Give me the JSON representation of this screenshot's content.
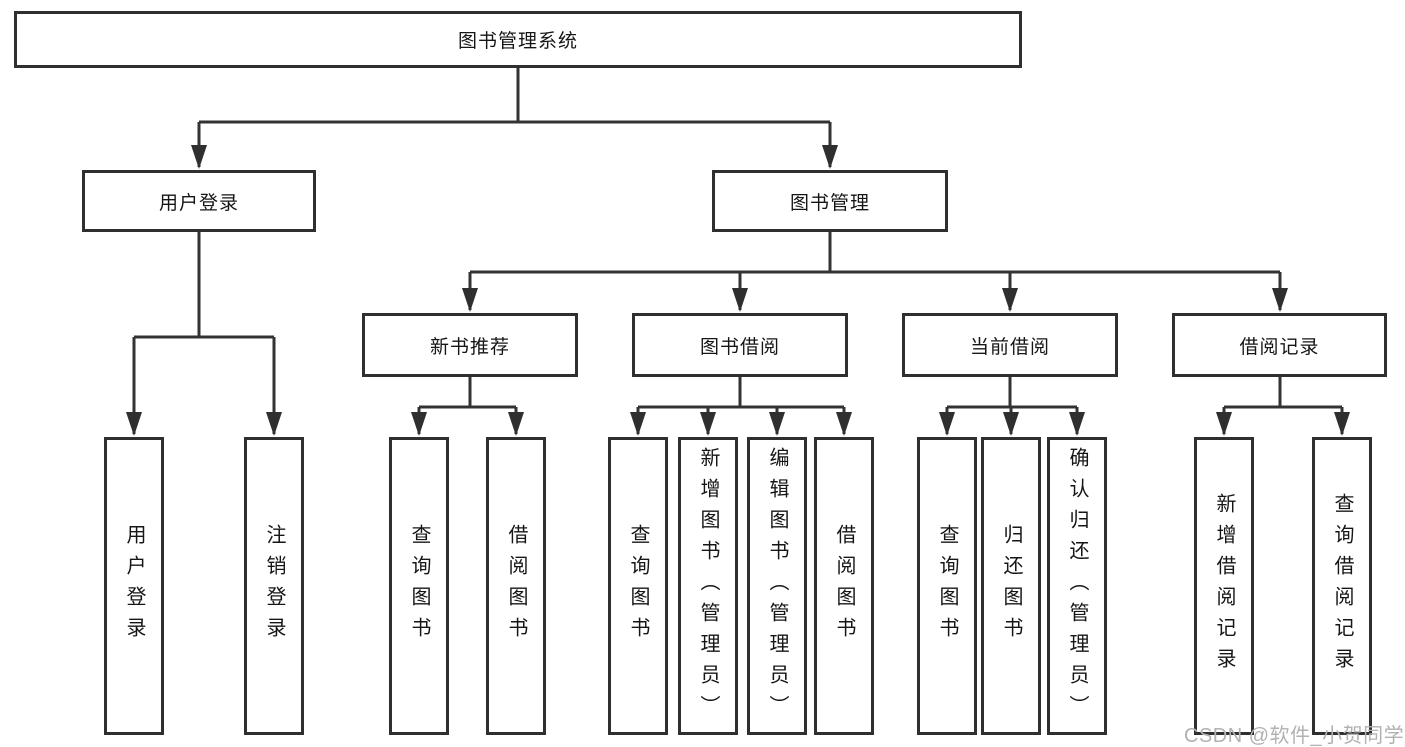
{
  "tree": {
    "root": {
      "label": "图书管理系统"
    },
    "level2": [
      {
        "label": "用户登录",
        "children": [
          {
            "label": "用户登录"
          },
          {
            "label": "注销登录"
          }
        ]
      },
      {
        "label": "图书管理"
      }
    ],
    "level3": [
      {
        "label": "新书推荐",
        "children": [
          {
            "label": "查询图书"
          },
          {
            "label": "借阅图书"
          }
        ]
      },
      {
        "label": "图书借阅",
        "children": [
          {
            "label": "查询图书"
          },
          {
            "label": "新增图书（管理员）"
          },
          {
            "label": "编辑图书（管理员）"
          },
          {
            "label": "借阅图书"
          }
        ]
      },
      {
        "label": "当前借阅",
        "children": [
          {
            "label": "查询图书"
          },
          {
            "label": "归还图书"
          },
          {
            "label": "确认归还（管理员）"
          }
        ]
      },
      {
        "label": "借阅记录",
        "children": [
          {
            "label": "新增借阅记录"
          },
          {
            "label": "查询借阅记录"
          }
        ]
      }
    ]
  },
  "watermark": {
    "text": "CSDN @软件_小贺同学"
  },
  "colors": {
    "line": "#333333",
    "border": "#2f2f2f",
    "text": "#161616",
    "watermark": "#b2b2b2",
    "background": "#ffffff"
  }
}
